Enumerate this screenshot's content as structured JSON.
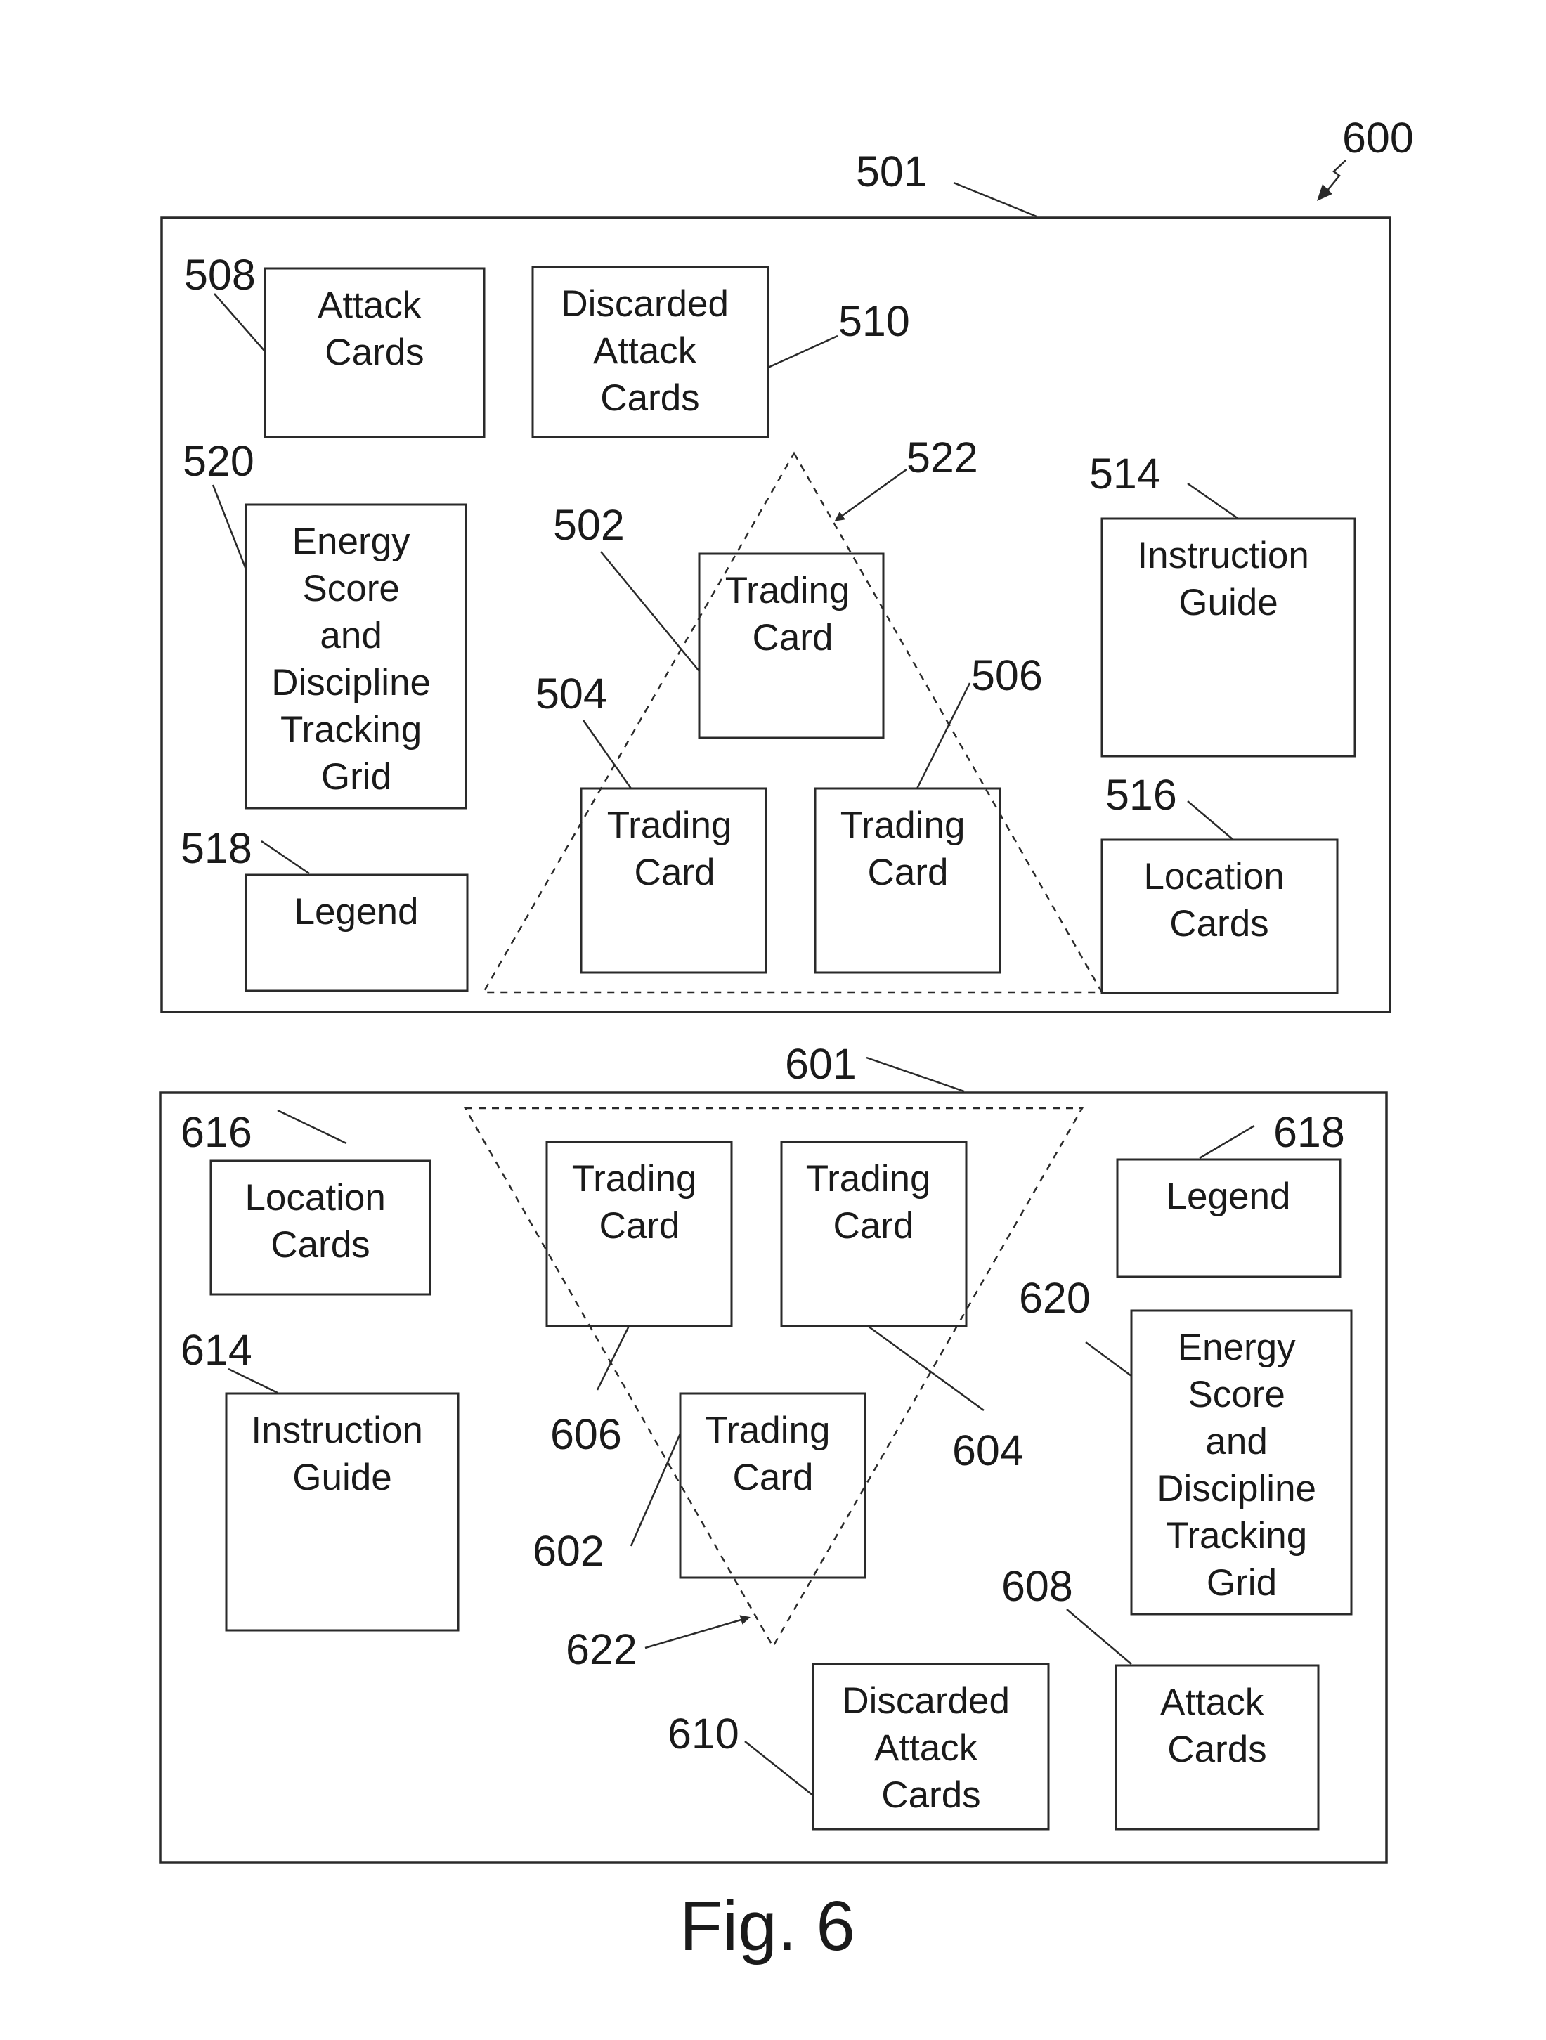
{
  "figure_ref": "600",
  "caption": "Fig. 6",
  "panel_top": {
    "ref": "501",
    "formation_ref": "522",
    "components": [
      {
        "ref": "508",
        "lines": [
          "Attack",
          "Cards"
        ]
      },
      {
        "ref": "510",
        "lines": [
          "Discarded",
          "Attack",
          "Cards"
        ]
      },
      {
        "ref": "520",
        "lines": [
          "Energy",
          "Score",
          "and",
          "Discipline",
          "Tracking",
          "Grid"
        ]
      },
      {
        "ref": "502",
        "lines": [
          "Trading",
          "Card"
        ]
      },
      {
        "ref": "504",
        "lines": [
          "Trading",
          "Card"
        ]
      },
      {
        "ref": "506",
        "lines": [
          "Trading",
          "Card"
        ]
      },
      {
        "ref": "514",
        "lines": [
          "Instruction",
          "Guide"
        ]
      },
      {
        "ref": "516",
        "lines": [
          "Location",
          "Cards"
        ]
      },
      {
        "ref": "518",
        "lines": [
          "Legend"
        ]
      }
    ]
  },
  "panel_bottom": {
    "ref": "601",
    "formation_ref": "622",
    "components": [
      {
        "ref": "616",
        "lines": [
          "Location",
          "Cards"
        ]
      },
      {
        "ref": "606",
        "lines": [
          "Trading",
          "Card"
        ]
      },
      {
        "ref": "604",
        "lines": [
          "Trading",
          "Card"
        ]
      },
      {
        "ref": "618",
        "lines": [
          "Legend"
        ]
      },
      {
        "ref": "614",
        "lines": [
          "Instruction",
          "Guide"
        ]
      },
      {
        "ref": "602",
        "lines": [
          "Trading",
          "Card"
        ]
      },
      {
        "ref": "620",
        "lines": [
          "Energy",
          "Score",
          "and",
          "Discipline",
          "Tracking",
          "Grid"
        ]
      },
      {
        "ref": "608",
        "lines": [
          "Attack",
          "Cards"
        ]
      },
      {
        "ref": "610",
        "lines": [
          "Discarded",
          "Attack",
          "Cards"
        ]
      }
    ]
  }
}
